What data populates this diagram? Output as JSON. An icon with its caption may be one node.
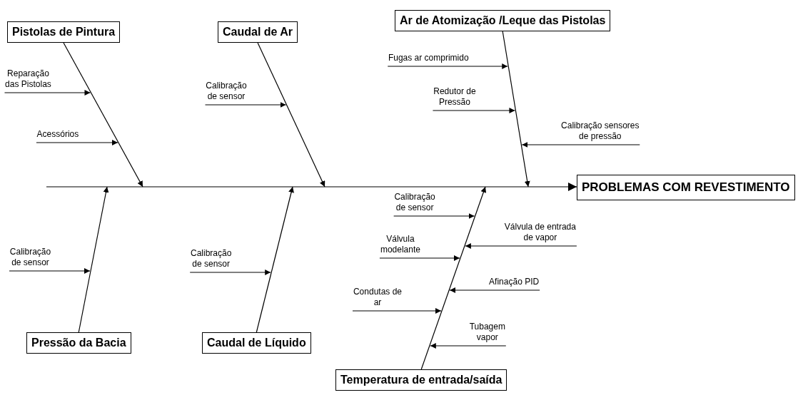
{
  "diagram": {
    "nodes": [
      {
        "text": [
          "Pistolas de Pintura"
        ]
      },
      {
        "text": [
          "Reparação das Pistolas"
        ]
      },
      {
        "text": [
          "Acessórios"
        ]
      },
      {
        "text": [
          "Caudal de Ar"
        ]
      },
      {
        "text": [
          "Calibração de sensor"
        ]
      },
      {
        "text": [
          "Ar de Atomização /Leque das Pistolas"
        ]
      },
      {
        "text": [
          "Fugas ar comprimido"
        ]
      },
      {
        "text": [
          "Redutor de Pressão"
        ]
      },
      {
        "text": [
          "Calibração sensores de pressão"
        ]
      },
      {
        "text": [
          "PROBLEMAS COM REVESTIMENTO"
        ]
      },
      {
        "text": [
          "Calibração de sensor"
        ]
      },
      {
        "text": [
          "Válvula de entrada de vapor"
        ]
      },
      {
        "text": [
          "Válvula modelante"
        ]
      },
      {
        "text": [
          "Afinação PID"
        ]
      },
      {
        "text": [
          "Condutas de ar"
        ]
      },
      {
        "text": [
          "Tubagem vapor"
        ]
      },
      {
        "text": [
          "Calibração de sensor"
        ]
      },
      {
        "text": [
          "Calibração de sensor"
        ]
      },
      {
        "text": [
          "Pressão da Bacia"
        ]
      },
      {
        "text": [
          "Caudal de Líquido"
        ]
      },
      {
        "text": [
          "Temperatura de entrada/saída"
        ]
      }
    ],
    "edges": [
      {
        "from": null,
        "to": 9,
        "arrow": "to"
      },
      {
        "from": 0,
        "to": null,
        "arrow": "to"
      },
      {
        "from": 3,
        "to": null,
        "arrow": "to"
      },
      {
        "from": 5,
        "to": null,
        "arrow": "to"
      },
      {
        "from": 18,
        "to": null,
        "arrow": "to"
      },
      {
        "from": 19,
        "to": null,
        "arrow": "to"
      },
      {
        "from": 20,
        "to": null,
        "arrow": "to"
      },
      {
        "from": 1,
        "to": null,
        "arrow": "to"
      },
      {
        "from": 2,
        "to": null,
        "arrow": "to"
      },
      {
        "from": 4,
        "to": null,
        "arrow": "to"
      },
      {
        "from": 6,
        "to": null,
        "arrow": "to"
      },
      {
        "from": 7,
        "to": null,
        "arrow": "to"
      },
      {
        "from": 8,
        "to": null,
        "arrow": "to"
      },
      {
        "from": 10,
        "to": null,
        "arrow": "to"
      },
      {
        "from": 11,
        "to": null,
        "arrow": "to"
      },
      {
        "from": 12,
        "to": null,
        "arrow": "to"
      },
      {
        "from": 13,
        "to": null,
        "arrow": "to"
      },
      {
        "from": 14,
        "to": null,
        "arrow": "to"
      },
      {
        "from": 15,
        "to": null,
        "arrow": "to"
      },
      {
        "from": 16,
        "to": null,
        "arrow": "to"
      },
      {
        "from": 17,
        "to": null,
        "arrow": "to"
      }
    ]
  }
}
